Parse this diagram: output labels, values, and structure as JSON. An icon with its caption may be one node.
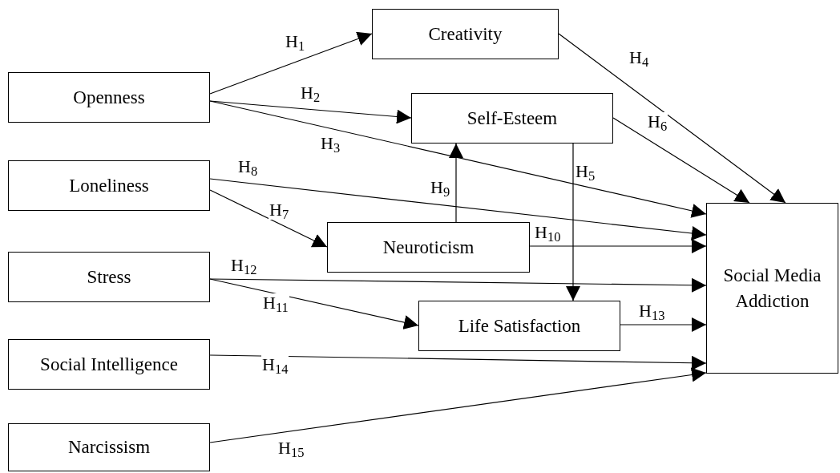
{
  "diagram": {
    "nodes": [
      {
        "text": [
          "Openness"
        ]
      },
      {
        "text": [
          "Creativity"
        ]
      },
      {
        "text": [
          "Self-Esteem"
        ]
      },
      {
        "text": [
          "Loneliness"
        ]
      },
      {
        "text": [
          "Neuroticism"
        ]
      },
      {
        "text": [
          "Stress"
        ]
      },
      {
        "text": [
          "Life Satisfaction"
        ]
      },
      {
        "text": [
          "Social Intelligence"
        ]
      },
      {
        "text": [
          "Narcissism"
        ]
      },
      {
        "text": [
          "Social Media Addiction"
        ]
      }
    ],
    "edges": [
      {
        "from": 0,
        "to": 1,
        "arrow": "to",
        "label": "H$_{1}$"
      },
      {
        "from": 0,
        "to": 2,
        "arrow": "to",
        "label": "H$_{2}$"
      },
      {
        "from": 0,
        "to": 9,
        "arrow": "to",
        "label": "H$_{3}$"
      },
      {
        "from": 1,
        "to": 9,
        "arrow": "to",
        "label": "H$_{4}$"
      },
      {
        "from": 2,
        "to": 6,
        "arrow": "to",
        "label": "H$_{5}$"
      },
      {
        "from": 2,
        "to": 9,
        "arrow": "to",
        "label": "H$_{6}$"
      },
      {
        "from": 3,
        "to": 4,
        "arrow": "to",
        "label": "H$_{7}$"
      },
      {
        "from": 3,
        "to": 9,
        "arrow": "to",
        "label": "H$_{8}$"
      },
      {
        "from": 4,
        "to": 2,
        "arrow": "to",
        "label": "H$_{9}$"
      },
      {
        "from": 4,
        "to": 9,
        "arrow": "to",
        "label": "H$_{10}$"
      },
      {
        "from": 5,
        "to": 6,
        "arrow": "to",
        "label": "H$_{11}$"
      },
      {
        "from": 5,
        "to": 9,
        "arrow": "to",
        "label": "H$_{12}$"
      },
      {
        "from": 6,
        "to": 9,
        "arrow": "to",
        "label": "H$_{13}$"
      },
      {
        "from": 7,
        "to": 9,
        "arrow": "to",
        "label": "H$_{14}$"
      },
      {
        "from": 8,
        "to": 9,
        "arrow": "to",
        "label": "H$_{15}$"
      }
    ]
  }
}
